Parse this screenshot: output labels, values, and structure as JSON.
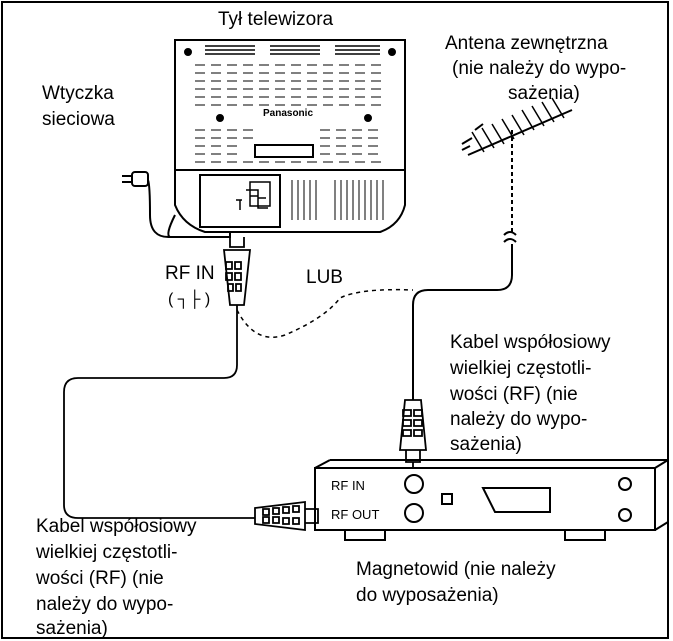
{
  "labels": {
    "tv_back": "Tył telewizora",
    "plug_line1": "Wtyczka",
    "plug_line2": "sieciowa",
    "antenna_line1": "Antena zewnętrzna",
    "antenna_line2": "(nie należy do wypo-",
    "antenna_line3": "sażenia)",
    "tv_rf_in": "RF IN",
    "tv_rf_in_symbol": "( ┐├ )",
    "or": "LUB",
    "cable_right_line1": "Kabel współosiowy",
    "cable_right_line2": "wielkiej częstotli-",
    "cable_right_line3": "wości (RF) (nie",
    "cable_right_line4": "należy do wypo-",
    "cable_right_line5": "sażenia)",
    "cable_left_line1": "Kabel współosiowy",
    "cable_left_line2": "wielkiej częstotli-",
    "cable_left_line3": "wości (RF) (nie",
    "cable_left_line4": "należy do wypo-",
    "cable_left_line5": "sażenia)",
    "vcr_line1": "Magnetowid (nie należy",
    "vcr_line2": "do wyposażenia)",
    "vcr_rf_in": "RF IN",
    "vcr_rf_out": "RF OUT",
    "brand": "Panasonic"
  }
}
